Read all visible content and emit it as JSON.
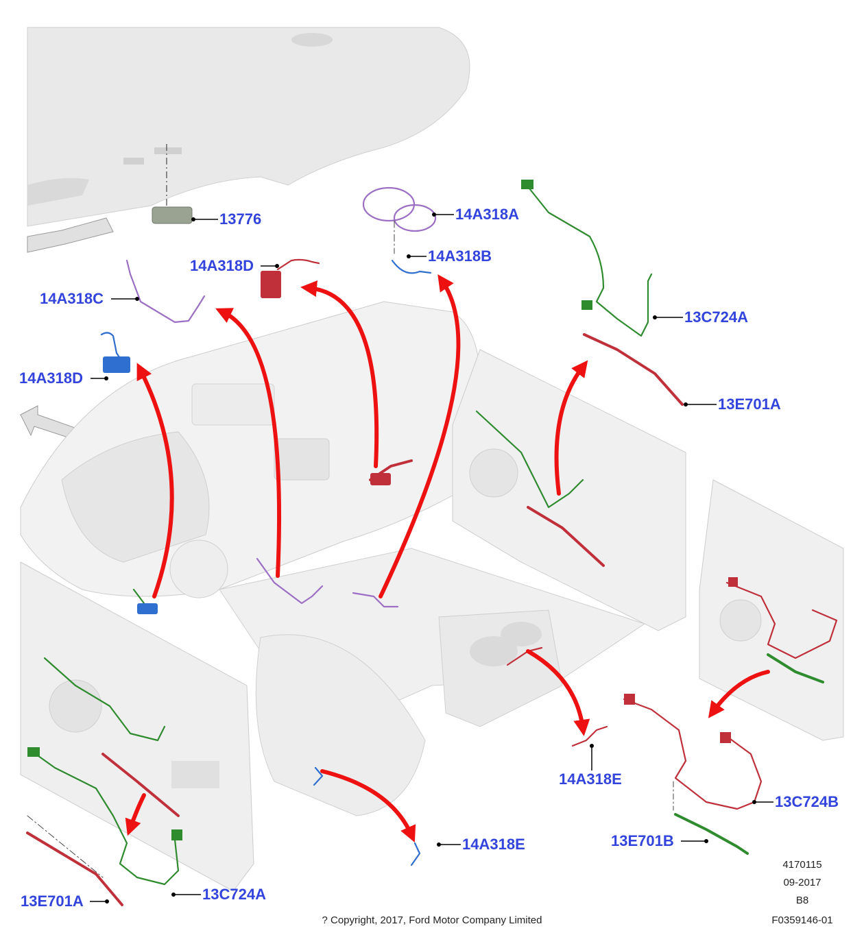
{
  "callouts": {
    "c13776": "13776",
    "c14A318A": "14A318A",
    "c14A318B": "14A318B",
    "c14A318D_top": "14A318D",
    "c14A318C": "14A318C",
    "c14A318D_left": "14A318D",
    "c13C724A_right": "13C724A",
    "c13E701A_right": "13E701A",
    "c14A318E_center": "14A318E",
    "c13C724B": "13C724B",
    "c13E701B": "13E701B",
    "c14A318E_bottom": "14A318E",
    "c13C724A_bottom": "13C724A",
    "c13E701A_bottom": "13E701A"
  },
  "meta": {
    "illustration_number": "4170115",
    "date": "09-2017",
    "revision": "B8",
    "figure_code": "F0359146-01",
    "copyright": "? Copyright, 2017, Ford Motor Company Limited"
  },
  "colors": {
    "callout_text": "#3344dd",
    "arrow_red": "#ee1111",
    "harness_green": "#2e8b2e",
    "harness_red": "#c0303a",
    "harness_purple": "#9b6fc4",
    "harness_blue": "#2f6fd0"
  }
}
